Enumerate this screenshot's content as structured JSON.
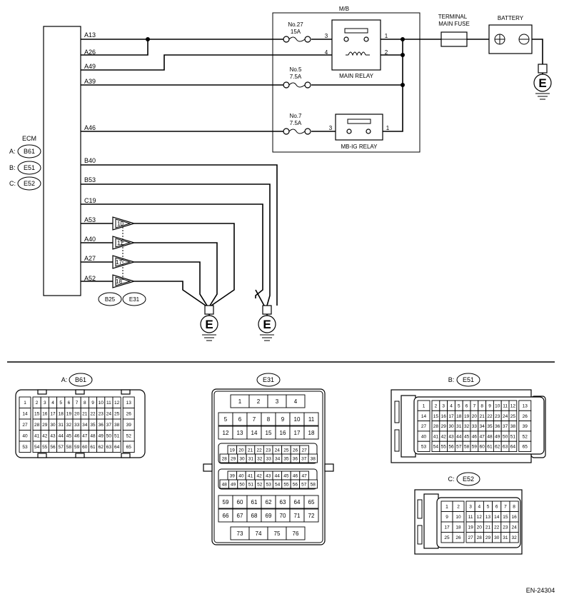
{
  "ecm": {
    "title": "ECM",
    "connectors": [
      {
        "prefix": "A:",
        "code": "B61"
      },
      {
        "prefix": "B:",
        "code": "E51"
      },
      {
        "prefix": "C:",
        "code": "E52"
      }
    ],
    "pins": [
      "A13",
      "A26",
      "A49",
      "A39",
      "A46",
      "B40",
      "B53",
      "C19",
      "A53",
      "A40",
      "A27",
      "A52"
    ]
  },
  "mb": {
    "title": "M/B",
    "fuses": [
      {
        "name": "No.27",
        "rating": "15A"
      },
      {
        "name": "No.5",
        "rating": "7.5A"
      },
      {
        "name": "No.7",
        "rating": "7.5A"
      }
    ],
    "main_relay": {
      "label": "MAIN RELAY",
      "pins": [
        "3",
        "4",
        "1",
        "2"
      ]
    },
    "mbig_relay": {
      "label": "MB-IG RELAY",
      "pins": [
        "3",
        "1"
      ]
    }
  },
  "terminal_fuse": {
    "label_line1": "TERMINAL",
    "label_line2": "MAIN FUSE"
  },
  "battery": {
    "label": "BATTERY"
  },
  "ground_symbol": "E",
  "joints": [
    {
      "pin": "10"
    },
    {
      "pin": "11"
    },
    {
      "pin": "17"
    },
    {
      "pin": "18"
    }
  ],
  "joint_connectors": [
    "B25",
    "E31"
  ],
  "connector_views": {
    "b61": {
      "title_prefix": "A:",
      "code": "B61",
      "rows": [
        [
          "1",
          "2",
          "3",
          "4",
          "5",
          "6",
          "7",
          "8",
          "9",
          "10",
          "11",
          "12",
          "13"
        ],
        [
          "14",
          "15",
          "16",
          "17",
          "18",
          "19",
          "20",
          "21",
          "22",
          "23",
          "24",
          "25",
          "26"
        ],
        [
          "27",
          "28",
          "29",
          "30",
          "31",
          "32",
          "33",
          "34",
          "35",
          "36",
          "37",
          "38",
          "39"
        ],
        [
          "40",
          "41",
          "42",
          "43",
          "44",
          "45",
          "46",
          "47",
          "48",
          "49",
          "50",
          "51",
          "52"
        ],
        [
          "53",
          "54",
          "55",
          "56",
          "57",
          "58",
          "59",
          "60",
          "61",
          "62",
          "63",
          "64",
          "65"
        ]
      ]
    },
    "e31": {
      "code": "E31",
      "rows": [
        [
          "1",
          "2",
          "3",
          "4"
        ],
        [
          "5",
          "6",
          "7",
          "8",
          "9",
          "10",
          "11"
        ],
        [
          "12",
          "13",
          "14",
          "15",
          "16",
          "17",
          "18"
        ],
        [
          "19",
          "20",
          "21",
          "22",
          "23",
          "24",
          "25",
          "26",
          "27"
        ],
        [
          "28",
          "29",
          "30",
          "31",
          "32",
          "33",
          "34",
          "35",
          "36",
          "37",
          "38"
        ],
        [
          "39",
          "40",
          "41",
          "42",
          "43",
          "44",
          "45",
          "46",
          "47"
        ],
        [
          "48",
          "49",
          "50",
          "51",
          "52",
          "53",
          "54",
          "55",
          "56",
          "57",
          "58"
        ],
        [
          "59",
          "60",
          "61",
          "62",
          "63",
          "64",
          "65"
        ],
        [
          "66",
          "67",
          "68",
          "69",
          "70",
          "71",
          "72"
        ],
        [
          "73",
          "74",
          "75",
          "76"
        ]
      ]
    },
    "e51": {
      "title_prefix": "B:",
      "code": "E51",
      "rows": [
        [
          "1",
          "2",
          "3",
          "4",
          "5",
          "6",
          "7",
          "8",
          "9",
          "10",
          "11",
          "12",
          "13"
        ],
        [
          "14",
          "15",
          "16",
          "17",
          "18",
          "19",
          "20",
          "21",
          "22",
          "23",
          "24",
          "25",
          "26"
        ],
        [
          "27",
          "28",
          "29",
          "30",
          "31",
          "32",
          "33",
          "34",
          "35",
          "36",
          "37",
          "38",
          "39"
        ],
        [
          "40",
          "41",
          "42",
          "43",
          "44",
          "45",
          "46",
          "47",
          "48",
          "49",
          "50",
          "51",
          "52"
        ],
        [
          "53",
          "54",
          "55",
          "56",
          "57",
          "58",
          "59",
          "60",
          "61",
          "62",
          "63",
          "64",
          "65"
        ]
      ]
    },
    "e52": {
      "title_prefix": "C:",
      "code": "E52",
      "rows": [
        [
          "1",
          "2",
          "3",
          "4",
          "5",
          "6",
          "7",
          "8"
        ],
        [
          "9",
          "10",
          "11",
          "12",
          "13",
          "14",
          "15",
          "16"
        ],
        [
          "17",
          "18",
          "19",
          "20",
          "21",
          "22",
          "23",
          "24"
        ],
        [
          "25",
          "26",
          "27",
          "28",
          "29",
          "30",
          "31",
          "32"
        ]
      ]
    }
  },
  "figure_id": "EN-24304"
}
